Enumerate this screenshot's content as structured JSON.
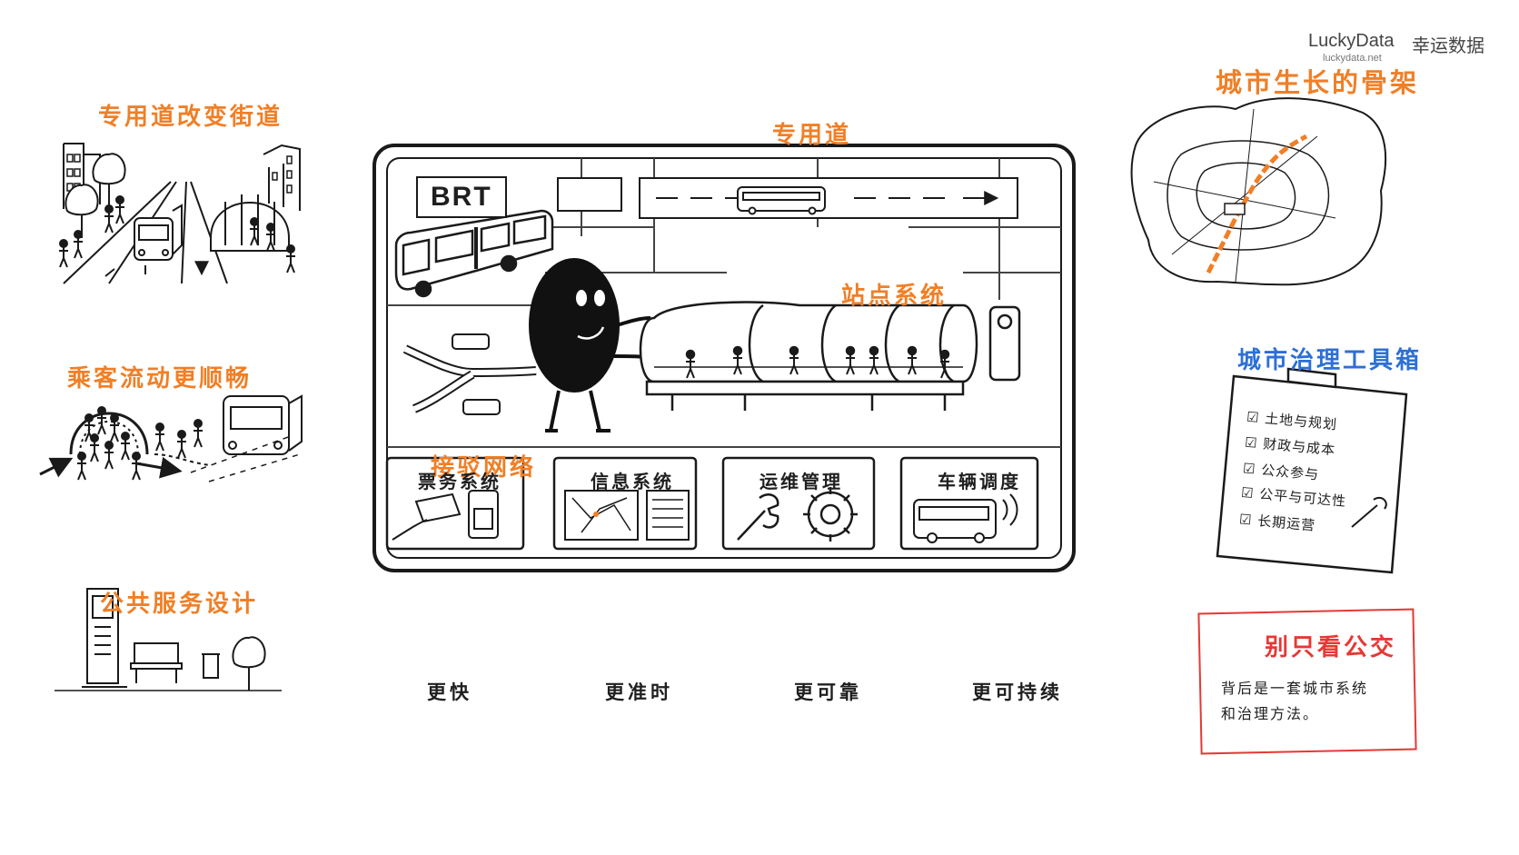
{
  "brand": {
    "name": "LuckyData",
    "name_cn": "幸运数据",
    "url": "luckydata.net"
  },
  "center": {
    "top_label": "专用道",
    "logo": "BRT",
    "station_label": "站点系统",
    "feeder_label": "接驳网络",
    "modules": [
      {
        "label": "票务系统",
        "icon": "ticket-card-icon"
      },
      {
        "label": "信息系统",
        "icon": "map-info-icon"
      },
      {
        "label": "运维管理",
        "icon": "wrench-gear-icon"
      },
      {
        "label": "车辆调度",
        "icon": "bus-signal-icon"
      }
    ]
  },
  "left": {
    "street": "专用道改变街道",
    "flow": "乘客流动更顺畅",
    "service": "公共服务设计"
  },
  "right": {
    "backbone": "城市生长的骨架",
    "toolbox": {
      "title": "城市治理工具箱",
      "items": [
        "土地与规划",
        "财政与成本",
        "公众参与",
        "公平与可达性",
        "长期运营"
      ]
    },
    "warning": {
      "title": "别只看公交",
      "lines": [
        "背后是一套城市系统",
        "和治理方法。"
      ]
    }
  },
  "benefits": [
    {
      "label": "更快",
      "icon": "speedometer-icon"
    },
    {
      "label": "更准时",
      "icon": "calendar-icon"
    },
    {
      "label": "更可靠",
      "icon": "shield-check-icon"
    },
    {
      "label": "更可持续",
      "icon": "leaf-icon"
    }
  ],
  "colors": {
    "accent": "#f07f26",
    "toolbox": "#2d6fd6",
    "warning": "#e53935",
    "ink": "#1a1a1a"
  }
}
